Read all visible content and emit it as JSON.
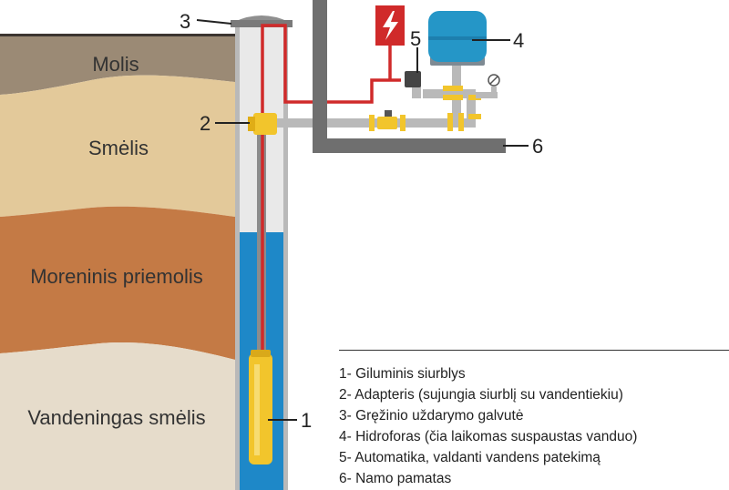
{
  "layers": {
    "clay": "Molis",
    "sand": "Smėlis",
    "moraine_loam": "Moreninis priemolis",
    "aquifer_sand": "Vandeningas smėlis"
  },
  "callouts": {
    "pump": "1",
    "adapter": "2",
    "well_head": "3",
    "pressure_tank": "4",
    "automatics": "5",
    "foundation": "6"
  },
  "legend": {
    "items": [
      "1- Giluminis siurblys",
      "2- Adapteris (sujungia siurblį su vandentiekiu)",
      "3- Gręžinio uždarymo galvutė",
      "4- Hidroforas (čia laikomas suspaustas vanduo)",
      "5- Automatika, valdanti vandens patekimą",
      "6- Namo pamatas"
    ]
  },
  "colors": {
    "clay": "#9b8a75",
    "sand": "#e3c99a",
    "moraine_loam": "#c47a45",
    "aquifer_sand": "#e6dccb",
    "water": "#1e88c8",
    "pipe": "#b9b9b9",
    "foundation": "#6f6f6f",
    "cable": "#d02a2a",
    "tank": "#2596c7",
    "fitting": "#f2c52c"
  }
}
